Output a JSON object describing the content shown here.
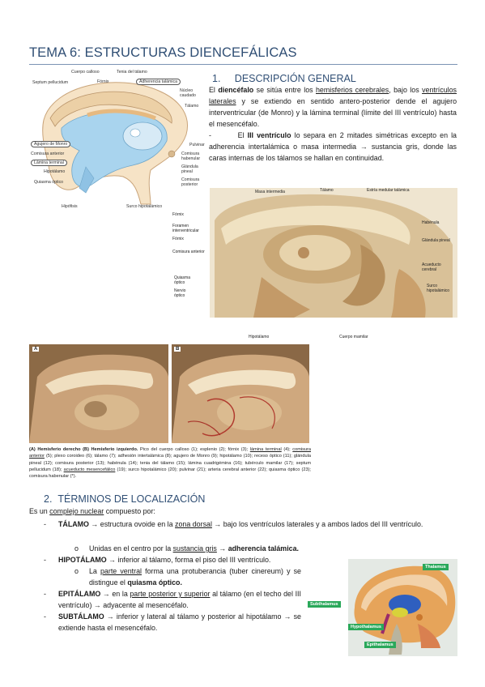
{
  "title": "TEMA 6: ESTRUCTURAS DIENCEFÁLICAS",
  "section1": {
    "heading": "1.     DESCRIPCIÓN GENERAL",
    "p1": [
      {
        "t": "El "
      },
      {
        "t": "diencéfalo",
        "b": true
      },
      {
        "t": " se sitúa entre los "
      },
      {
        "t": "hemisferios cerebrales",
        "u": true
      },
      {
        "t": ", bajo los "
      },
      {
        "t": "ventrículos laterales",
        "u": true
      },
      {
        "t": " y se extiendo en sentido antero-posterior dende el agujero interventricular (de Monro) y la lámina terminal (límite del III ventrículo) hasta el mesencéfalo."
      }
    ],
    "p2": [
      {
        "t": "-        El "
      },
      {
        "t": "III ventrículo",
        "b": true
      },
      {
        "t": " lo separa en 2 mitades simétricas excepto en la adherencia intertalámica o masa intermedia → sustancia gris, donde las caras internas de los tálamos se hallan en continuidad."
      }
    ]
  },
  "figure1_labels": {
    "cuerpo_calloso": "Cuerpo calloso",
    "tenia_talamo": "Tenia del tálamo",
    "septum": "Septum pellucidum",
    "fornix": "Fórnix",
    "adherencia": "Adherencia talámica",
    "nucleo_caudado": "Núcleo caudado",
    "talamo": "Tálamo",
    "agujero_monro": "Agujero de Monro",
    "comisura_anterior": "Comisura anterior",
    "lamina_terminal": "Lámina terminal",
    "hipotalamo": "Hipotálamo",
    "quiasma": "Quiasma óptico",
    "pulvinar": "Pulvinar",
    "comisura_habenular": "Comisura habenular",
    "glandula_pineal": "Glándula pineal",
    "comisura_posterior": "Comisura posterior",
    "hipofisis": "Hipófisis",
    "surco_hipotalamico": "Surco hipotalámico"
  },
  "figure2_labels": {
    "masa_intermedia": "Masa intermedia",
    "talamo": "Tálamo",
    "estria_medular": "Estría medular talámica",
    "fornix_top": "Fórnix",
    "foramen": "Foramen interventricular",
    "fornix": "Fórnix",
    "comisura_anterior": "Comisura anterior",
    "quiasma": "Quiasma óptico",
    "nervio": "Nervio óptico",
    "hipotalamo": "Hipotálamo",
    "cuerpo_mamilar": "Cuerpo mamilar",
    "habenula": "Habénula",
    "glandula_pineal": "Glándula pineal",
    "acueducto": "Acueducto cerebral",
    "surco": "Surco hipotalámico"
  },
  "figure3": {
    "label_a": "A",
    "label_b": "B",
    "caption": [
      {
        "t": "(A) Hemisferio derecho (B) Hemisferio izquierdo.",
        "b": true
      },
      {
        "t": " Pico del cuerpo calloso (1); esplenio (2); fórnix (3); "
      },
      {
        "t": "lámina terminal",
        "u": true
      },
      {
        "t": " (4); "
      },
      {
        "t": "comisura anterior",
        "u": true
      },
      {
        "t": " (5); plexo coroideo (6); tálamo (7); adhesión intertalámica (8); agujero de Monro (9); hipotálamo (10); receso óptico (11); glándula pineal (12); comisura posterior (13); habénula (14); tenia del tálamo (15); lámina cuadrigémina (16); tubérculo mamilar (17); septum pellucidum (18); "
      },
      {
        "t": "acueducto mesencefálico",
        "u": true
      },
      {
        "t": " (19); surco hipotalámico (20); pulvinar (21); arteria cerebral anterior (22); quiasma óptico (23); comisura habenular (*)."
      }
    ]
  },
  "section2": {
    "heading": "2.  TÉRMINOS DE LOCALIZACIÓN",
    "intro": [
      {
        "t": "Es un "
      },
      {
        "t": "complejo nuclear",
        "u": true
      },
      {
        "t": " compuesto por:"
      }
    ],
    "items": [
      {
        "dash": "-",
        "parts": [
          {
            "t": "TÁLAMO",
            "b": true
          },
          {
            "t": " → estructura ovoide en la "
          },
          {
            "t": "zona dorsal",
            "u": true
          },
          {
            "t": " → bajo los ventrículos laterales y a ambos lados del III ventrículo."
          }
        ]
      },
      {
        "dash": "o",
        "parts": [
          {
            "t": "Unidas en el centro por la "
          },
          {
            "t": "sustancia gris",
            "u": true
          },
          {
            "t": " → "
          },
          {
            "t": "adherencia talámica.",
            "b": true
          }
        ]
      },
      {
        "dash": "-",
        "parts": [
          {
            "t": "HIPOTÁLAMO",
            "b": true
          },
          {
            "t": " → inferior al tálamo, forma el piso del III ventrículo."
          }
        ]
      },
      {
        "dash": "o",
        "parts": [
          {
            "t": "La "
          },
          {
            "t": "parte ventral",
            "u": true
          },
          {
            "t": " forma una protuberancia (tuber cinereum) y se distingue el "
          },
          {
            "t": "quiasma óptico.",
            "b": true
          }
        ]
      },
      {
        "dash": "-",
        "parts": [
          {
            "t": "EPITÁLAMO",
            "b": true
          },
          {
            "t": " → en la "
          },
          {
            "t": "parte posterior y superior",
            "u": true
          },
          {
            "t": " al tálamo (en el techo del III ventrículo) → adyacente al mesencéfalo."
          }
        ]
      },
      {
        "dash": "-",
        "parts": [
          {
            "t": "SUBTÁLAMO",
            "b": true
          },
          {
            "t": " → inferior y lateral al tálamo y posterior al hipotálamo → se extiende hasta el mesencéfalo."
          }
        ]
      }
    ]
  },
  "figure4_labels": {
    "thalamus": "Thalamus",
    "subthalamus": "Subthalamus",
    "hypothalamus": "Hypothalamus",
    "epithalamus": "Epithalamus"
  },
  "colors": {
    "title": "#2f4e74",
    "ventricle_blue": "#a9d4ee",
    "tag_green": "#2aa85a"
  }
}
